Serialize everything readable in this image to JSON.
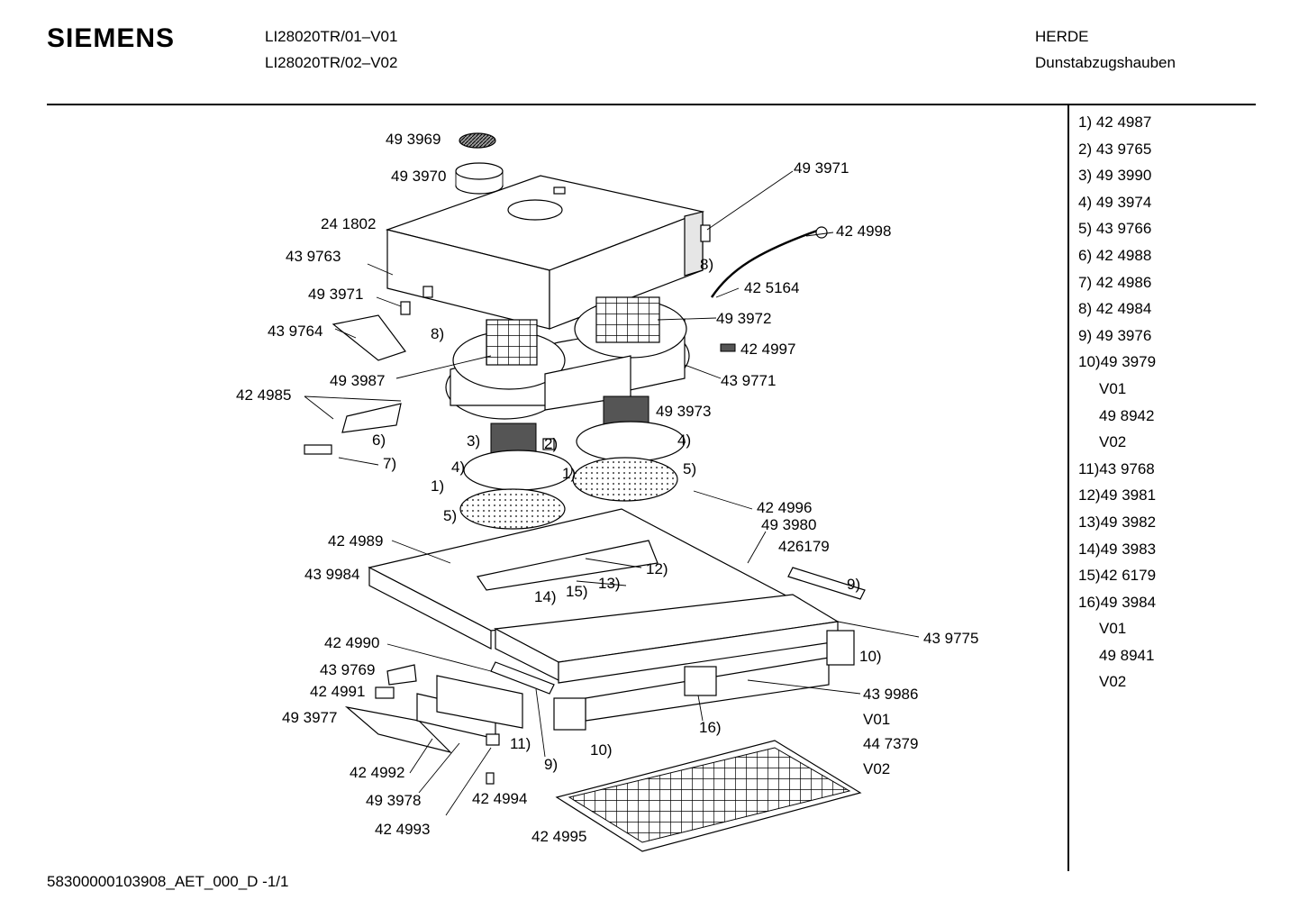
{
  "header": {
    "brand": "SIEMENS",
    "models": [
      "LI28020TR/01–V01",
      "LI28020TR/02–V02"
    ],
    "category": "HERDE",
    "subcategory": "Dunstabzugshauben"
  },
  "legend": [
    {
      "text": "1) 42 4987"
    },
    {
      "text": "2) 43 9765"
    },
    {
      "text": "3) 49 3990"
    },
    {
      "text": "4) 49 3974"
    },
    {
      "text": "5) 43 9766"
    },
    {
      "text": "6) 42 4988"
    },
    {
      "text": "7) 42 4986"
    },
    {
      "text": "8) 42 4984"
    },
    {
      "text": "9) 49 3976"
    },
    {
      "text": "10)49 3979"
    },
    {
      "text": "V01",
      "indent": true
    },
    {
      "text": "49 8942",
      "indent": true
    },
    {
      "text": "V02",
      "indent": true
    },
    {
      "text": "11)43 9768"
    },
    {
      "text": "12)49 3981"
    },
    {
      "text": "13)49 3982"
    },
    {
      "text": "14)49 3983"
    },
    {
      "text": "15)42 6179"
    },
    {
      "text": "16)49 3984"
    },
    {
      "text": "V01",
      "indent": true
    },
    {
      "text": "49 8941",
      "indent": true
    },
    {
      "text": "V02",
      "indent": true
    }
  ],
  "footer": "58300000103908_AET_000_D  -1/1",
  "callouts": {
    "c1": "49 3969",
    "c2": "49 3970",
    "c3": "49 3971",
    "c4": "24 1802",
    "c5": "42 4998",
    "c6": "43 9763",
    "c7": "8)",
    "c8": "49 3971",
    "c9": "42 5164",
    "c10": "43 9764",
    "c11": "8)",
    "c12": "49 3972",
    "c13": "42 4997",
    "c14": "49 3987",
    "c15": "43 9771",
    "c16": "42 4985",
    "c17": "49 3973",
    "c18": "6)",
    "c19": "3)",
    "c20": "2)",
    "c21": "4)",
    "c22": "7)",
    "c23": "4)",
    "c24": "1)",
    "c25": "5)",
    "c26": "1)",
    "c27": "42 4996",
    "c28": "5)",
    "c29": "49 3980",
    "c30": "42 4989",
    "c31": "426179",
    "c32": "12)",
    "c33": "43 9984",
    "c34": "9)",
    "c35": "13)",
    "c36": "14)",
    "c37": "15)",
    "c38": "43 9775",
    "c39": "42 4990",
    "c40": "10)",
    "c41": "43 9769",
    "c42": "42 4991",
    "c43": "43 9986",
    "c44": "49 3977",
    "c45": "V01",
    "c46": "16)",
    "c47": "11)",
    "c48": "10)",
    "c49": "44 7379",
    "c50": "9)",
    "c51": "V02",
    "c52": "42 4992",
    "c53": "49 3978",
    "c54": "42 4994",
    "c55": "42 4993",
    "c56": "42 4995"
  }
}
